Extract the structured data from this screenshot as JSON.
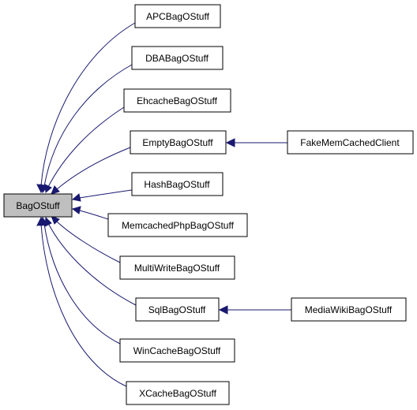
{
  "colors": {
    "edge": "#191970",
    "node_fill": "#ffffff",
    "root_fill": "#bfbfbf",
    "node_stroke": "#000000"
  },
  "nodes": {
    "root": "BagOStuff",
    "apc": "APCBagOStuff",
    "dba": "DBABagOStuff",
    "ehcache": "EhcacheBagOStuff",
    "empty": "EmptyBagOStuff",
    "hash": "HashBagOStuff",
    "memcachedphp": "MemcachedPhpBagOStuff",
    "multiwrite": "MultiWriteBagOStuff",
    "sql": "SqlBagOStuff",
    "wincache": "WinCacheBagOStuff",
    "xcache": "XCacheBagOStuff",
    "fakememcached": "FakeMemCachedClient",
    "mediawiki": "MediaWikiBagOStuff"
  },
  "edges": [
    {
      "from": "apc",
      "to": "root"
    },
    {
      "from": "dba",
      "to": "root"
    },
    {
      "from": "ehcache",
      "to": "root"
    },
    {
      "from": "empty",
      "to": "root"
    },
    {
      "from": "hash",
      "to": "root"
    },
    {
      "from": "memcachedphp",
      "to": "root"
    },
    {
      "from": "multiwrite",
      "to": "root"
    },
    {
      "from": "sql",
      "to": "root"
    },
    {
      "from": "wincache",
      "to": "root"
    },
    {
      "from": "xcache",
      "to": "root"
    },
    {
      "from": "fakememcached",
      "to": "empty"
    },
    {
      "from": "mediawiki",
      "to": "sql"
    }
  ]
}
